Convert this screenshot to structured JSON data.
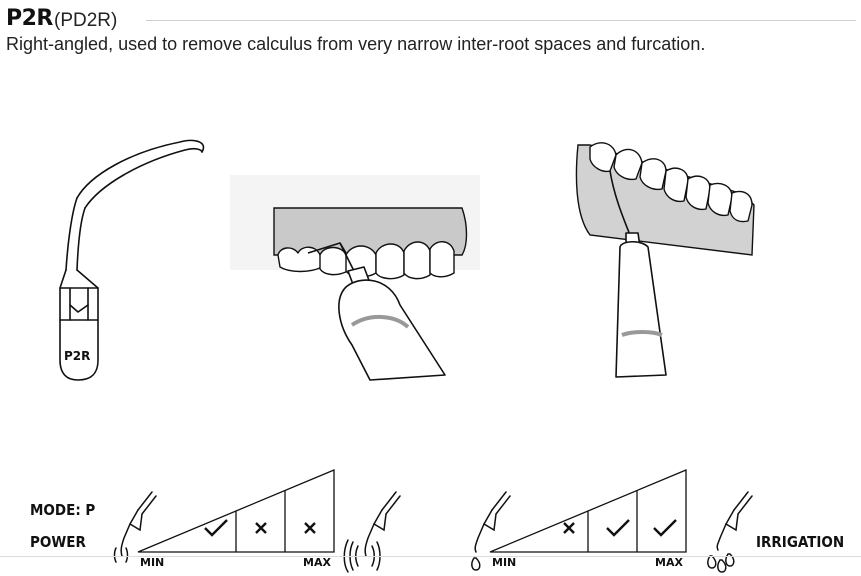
{
  "header": {
    "code": "P2R",
    "alt_code": "(PD2R)",
    "description": "Right-angled, used to remove calculus from very narrow inter-root spaces and furcation."
  },
  "tip_illustration": {
    "engraving": "P2R"
  },
  "power_panel": {
    "mode_label": "MODE: P",
    "power_label": "POWER",
    "min_label": "MIN",
    "max_label": "MAX",
    "cells": [
      "check",
      "cross",
      "cross"
    ]
  },
  "irrigation_panel": {
    "irrigation_label": "IRRIGATION",
    "min_label": "MIN",
    "max_label": "MAX",
    "cells": [
      "cross",
      "check",
      "check"
    ]
  }
}
